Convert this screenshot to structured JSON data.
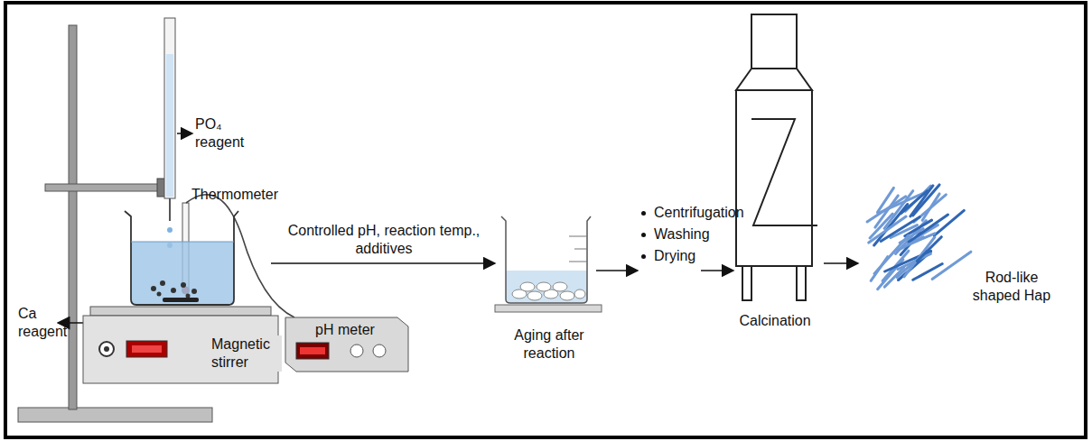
{
  "diagram": {
    "labels": [
      "PO₄ reagent",
      "Thermometer",
      "Ca reagent",
      "Magnetic stirrer",
      "pH meter",
      "Controlled pH, reaction temp., additives",
      "Aging after reaction",
      "Centrifugation",
      "Washing",
      "Drying",
      "Calcination",
      "Rod-like shaped Hap"
    ]
  }
}
